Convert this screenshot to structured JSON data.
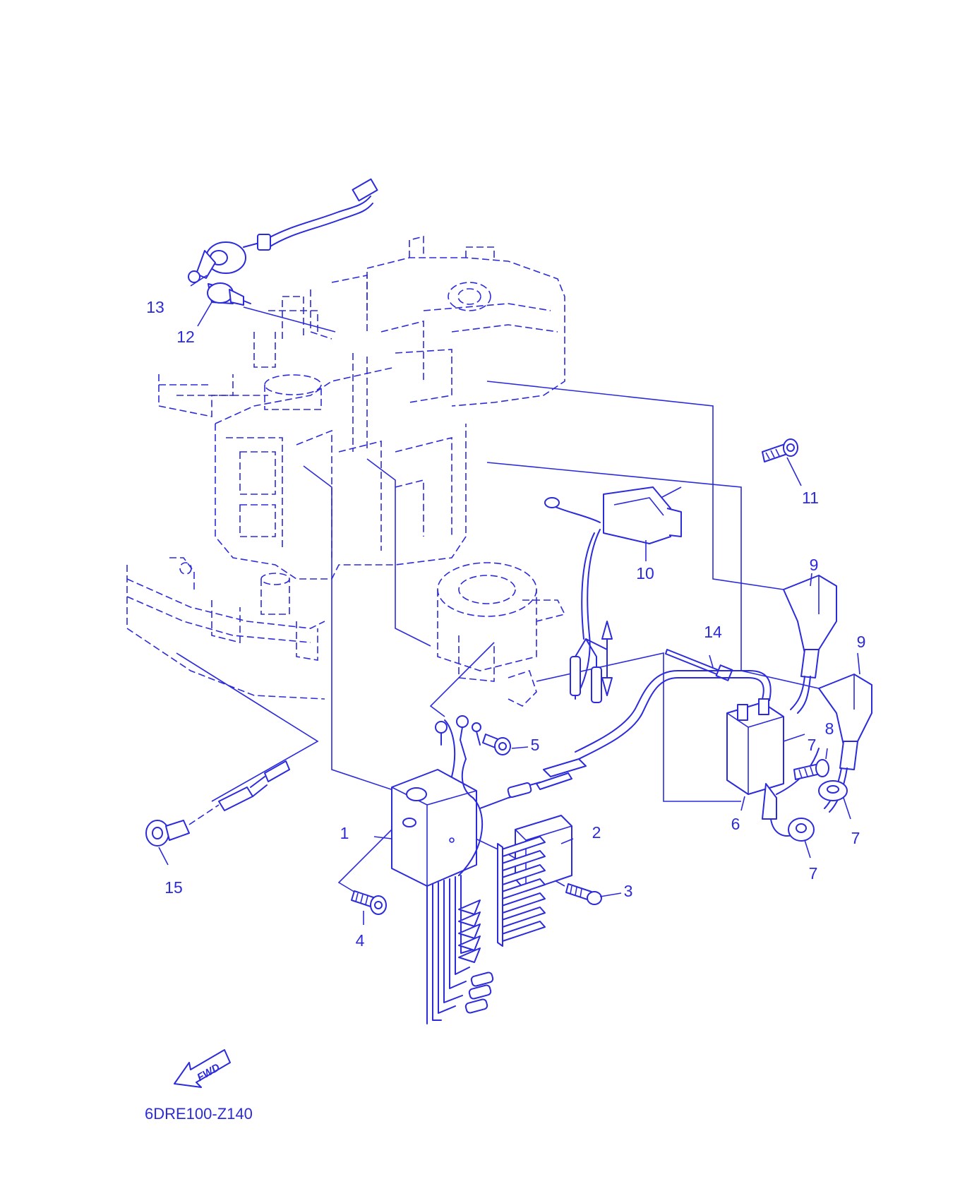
{
  "diagram": {
    "drawing_code": "6DRE100-Z140",
    "direction_label": "FWD",
    "line_color": "#2b2bdc",
    "background": "#ffffff",
    "callouts": [
      "1",
      "2",
      "3",
      "4",
      "5",
      "6",
      "7",
      "7",
      "7",
      "8",
      "9",
      "9",
      "10",
      "11",
      "12",
      "13",
      "14",
      "15"
    ]
  }
}
